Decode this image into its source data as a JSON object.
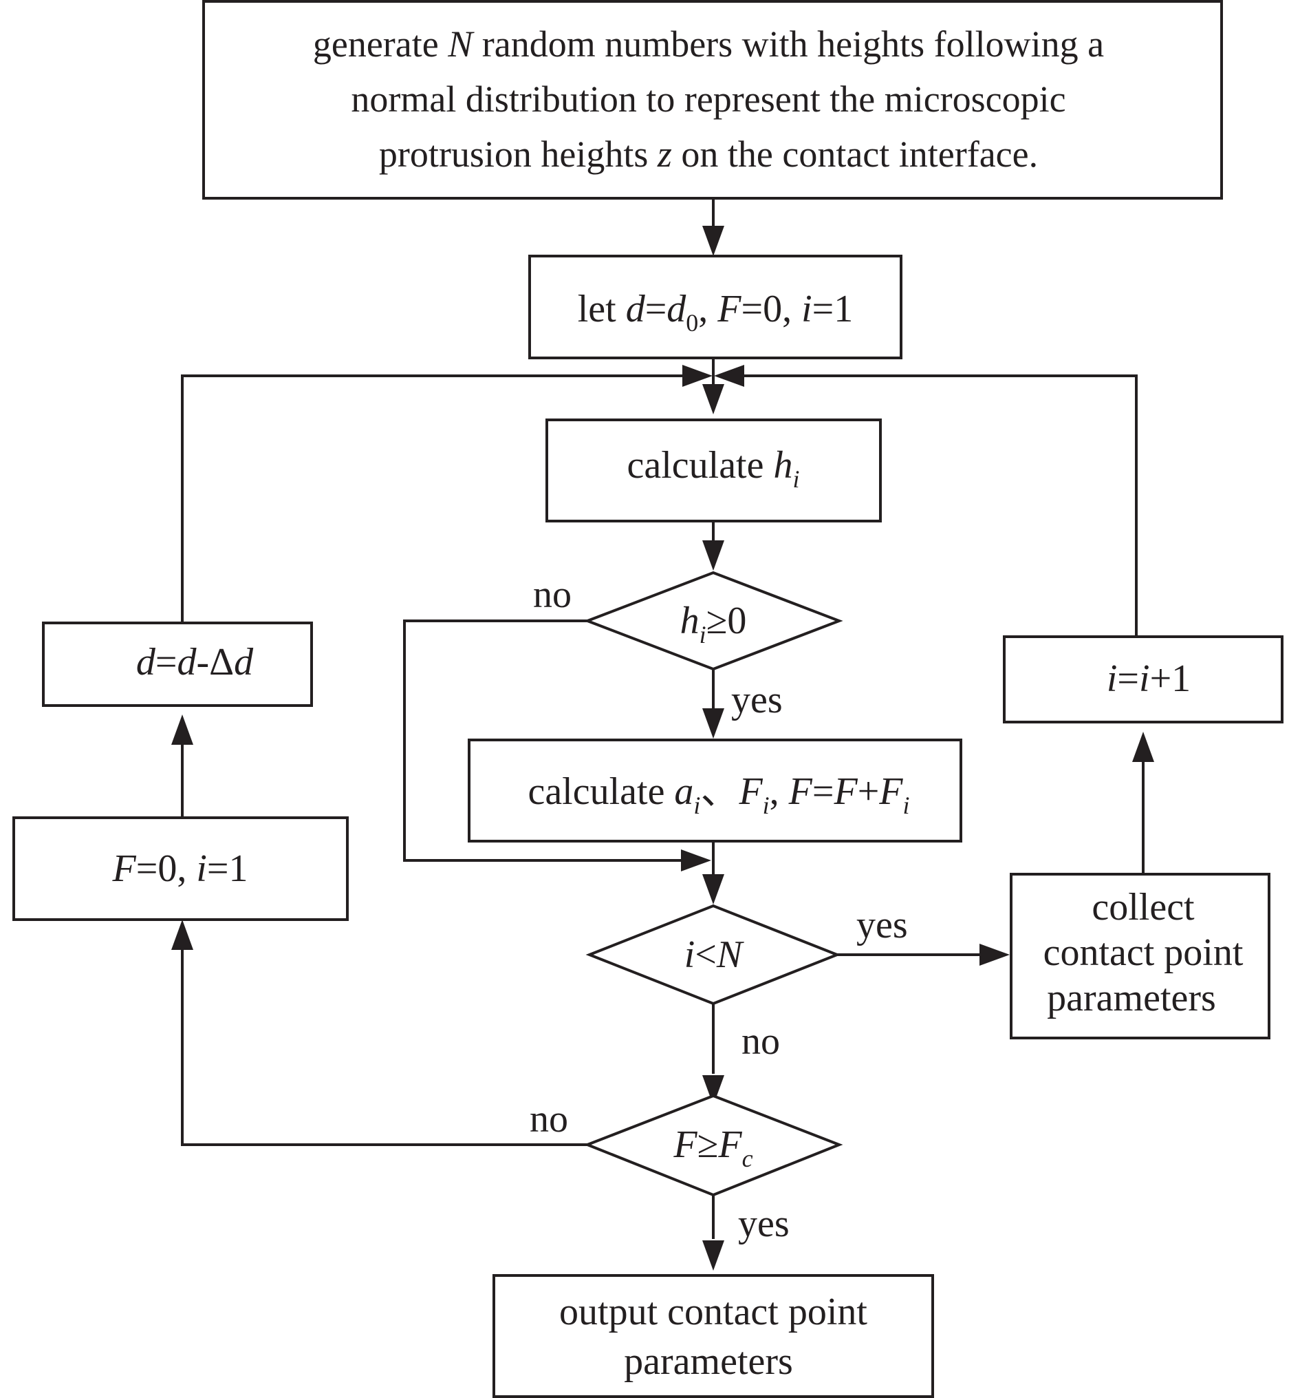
{
  "diagram": {
    "colors": {
      "stroke": "#231f20",
      "background": "#ffffff"
    },
    "nodes": {
      "generate": {
        "line1_a": "generate ",
        "line1_var": "N",
        "line1_b": " random numbers with heights following a",
        "line2": "normal distribution to represent the microscopic",
        "line3_a": "protrusion heights ",
        "line3_var": "z",
        "line3_b": " on the contact interface."
      },
      "init": {
        "a": "let ",
        "d": "d",
        "eq1": "=",
        "d0": "d",
        "d0_sub": "0",
        "c1": ", ",
        "F": "F",
        "eq2": "=0, ",
        "i": "i",
        "eq3": "=1"
      },
      "calc_h": {
        "a": "calculate ",
        "h": "h",
        "sub": "i"
      },
      "decision_h": {
        "h": "h",
        "sub": "i",
        "rest": "≥0"
      },
      "calc_a": {
        "a": "calculate ",
        "ai": "a",
        "ai_sub": "i",
        "sep": "、",
        "Fi": "F",
        "Fi_sub": "i",
        "c": ", ",
        "F1": "F",
        "eq": "=",
        "F2": "F",
        "plus": "+",
        "F3": "F",
        "F3_sub": "i"
      },
      "decision_n": {
        "i": "i",
        "lt": "<",
        "N": "N"
      },
      "decision_f": {
        "F": "F",
        "ge": "≥",
        "Fc": "F",
        "Fc_sub": "c"
      },
      "output": {
        "line1": "output contact point",
        "line2": "parameters"
      },
      "collect": {
        "line1": "collect",
        "line2": "contact point",
        "line3": "parameters"
      },
      "inc_i": {
        "i1": "i",
        "eq": "=",
        "i2": "i",
        "rest": "+1"
      },
      "reset": {
        "F": "F",
        "eq1": "=0, ",
        "i": "i",
        "eq2": "=1"
      },
      "dec_d": {
        "d1": "d",
        "eq": "=",
        "d2": "d",
        "minus": "-Δ",
        "d3": "d"
      }
    },
    "edge_labels": {
      "h_no": "no",
      "h_yes": "yes",
      "n_yes": "yes",
      "n_no": "no",
      "f_no": "no",
      "f_yes": "yes"
    }
  }
}
